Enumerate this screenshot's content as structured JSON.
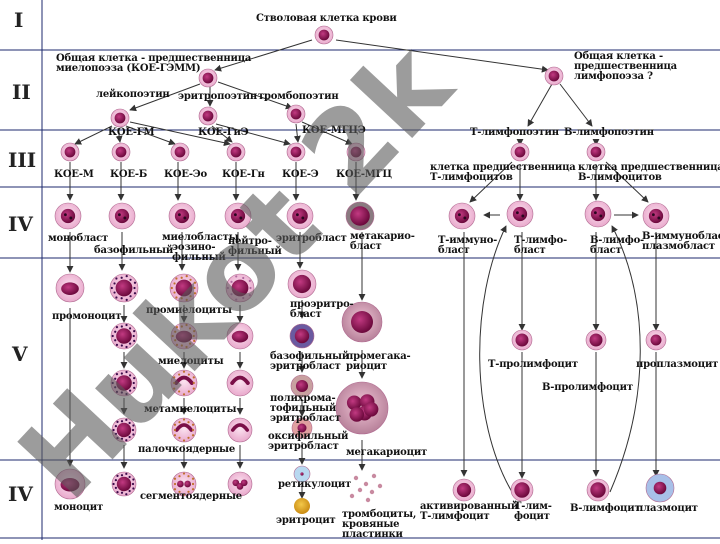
{
  "levels": [
    "I",
    "II",
    "III",
    "IV",
    "V",
    "IV"
  ],
  "labels": {
    "stem": "Стволовая клетка крови",
    "myelo_prog": "Общая клетка - предшественница\nмиелопоэза (КОЕ-ГЭММ)",
    "lympho_prog": "Общая клетка -\nпредшественница\nлимфопоэза ?",
    "leukopoietin": "лейкопоэтин",
    "erythropoietin": "эритропоэтин",
    "thrombopoietin": "тромбопоэтин",
    "koe_gm": "КОЕ-ГМ",
    "koe_gie": "КОЕ-ГиЭ",
    "koe_mgce": "КОЕ-МГЦЭ",
    "t_lymphopoietin": "Т-лимфопоэтин",
    "b_lymphopoietin": "В-лимфопоэтин",
    "koe_m": "КОЕ-М",
    "koe_b": "КОЕ-Б",
    "koe_eo": "КОЕ-Эо",
    "koe_gn": "КОЕ-Гн",
    "koe_e": "КОЕ-Э",
    "koe_mgc": "КОЕ-МГЦ",
    "t_prog": "клетка предшественница\nТ-лимфоцитов",
    "b_prog": "клетка предшественница\nВ-лимфоцитов",
    "monoblast": "монобласт",
    "basophilic": "базофильный",
    "myeloblasts": "миелобласты",
    "eosinophilic": "эозино-\nфильный",
    "neutrophilic": "нейтро-\nфильный",
    "erythroblast": "эритробласт",
    "megakaryoblast": "метакарио-\nбласт",
    "t_immunoblast": "Т-иммуно-\nбласт",
    "t_lymphoblast": "Т-лимфо-\nбласт",
    "b_lymphoblast": "В-лимфо-\nбласт",
    "b_immunoblast": "В-иммунобласт\nплазмобласт",
    "promonocyte": "промоноцит",
    "promyelocytes": "промиелоциты",
    "proerythroblast": "проэритро-\nбласт",
    "basophilic_erythroblast": "базофильный\nэритробласт",
    "promegakaryocyte": "промегака-\nриоцит",
    "myelocytes": "миелоциты",
    "t_prolymphocyte": "Т-пролимфоцит",
    "b_prolymphocyte": "В-пролимфоцит",
    "proplasmocyte": "проплазмоцит",
    "metamyelocytes": "метамиелоциты",
    "polychromatophilic": "полихрома-\nтофильный\nэритробласт",
    "band": "палочкоядерные",
    "oxyphilic": "оксифильный\nэритробласт",
    "megakaryocyte": "мегакариоцит",
    "reticulocyte": "ретикулоцит",
    "monocyte": "моноцит",
    "segmented": "сегментоядерные",
    "erythrocyte": "эритроцит",
    "platelets": "тромбоциты,\nкровяные\nпластинки",
    "activated_t": "активированный\nТ-лимфоцит",
    "t_lymphocyte": "Т-лим-\nфоцит",
    "b_lymphocyte": "В-лимфоцит",
    "plasmocyte": "плазмоцит"
  },
  "watermark": "Hukot 2k",
  "colors": {
    "grid": "#1e2a6e",
    "arrow": "#333333",
    "nucleus": "#8a1050",
    "cytoplasm": "#f2b8d8",
    "watermark_dark": "#5a5a5a",
    "watermark_light": "#9b8fe0"
  }
}
